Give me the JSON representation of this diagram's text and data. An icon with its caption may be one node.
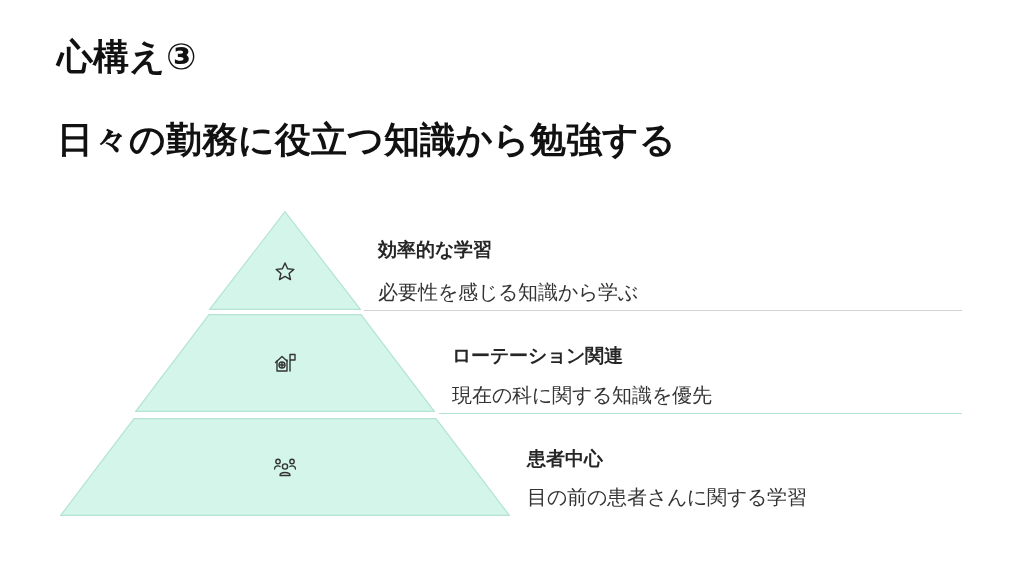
{
  "diagram": {
    "title": "心構え③",
    "nodes": [
      {
        "text": [],
        "shape": "triangle",
        "beside": [
          "効率的な学習",
          "必要性を感じる知識から学ぶ"
        ]
      },
      {
        "text": [],
        "shape": "trapezoid",
        "beside": [
          "ローテーション関連",
          "現在の科に関する知識を優先"
        ]
      },
      {
        "text": [],
        "shape": "trapezoid",
        "beside": [
          "患者中心",
          "目の前の患者さんに関する学習"
        ]
      }
    ],
    "labels": [
      "日々の勤務に役立つ知識から勉強する"
    ]
  }
}
